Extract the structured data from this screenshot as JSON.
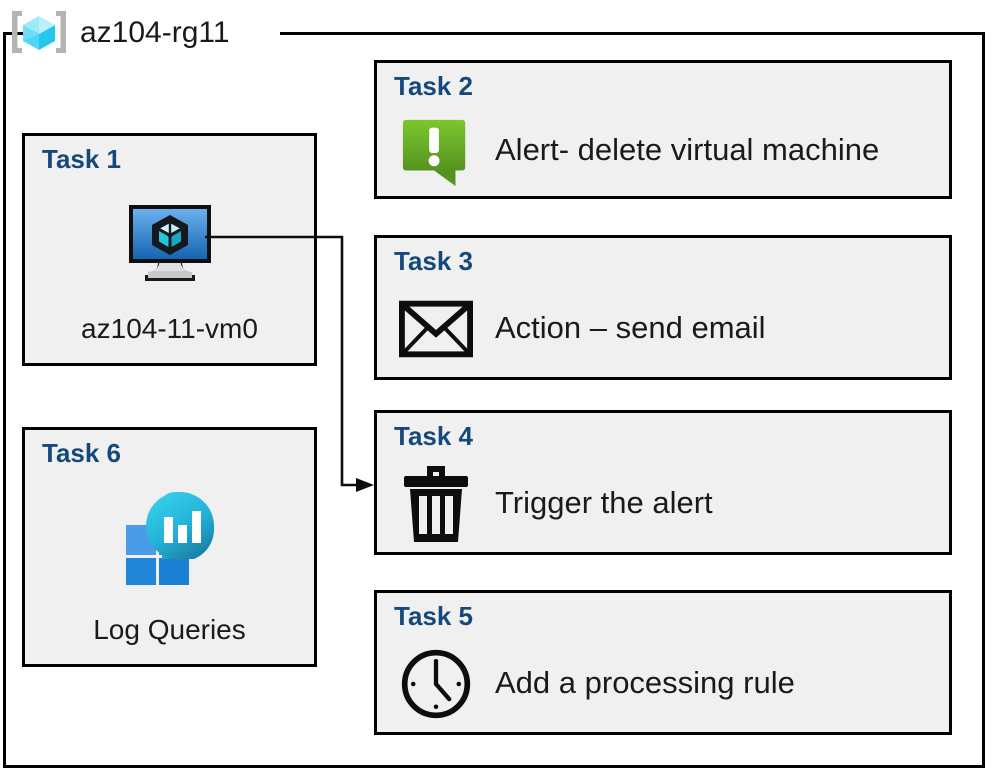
{
  "resource_group": {
    "title": "az104-rg11",
    "icon": "resource-group-cube-icon",
    "border_color": "#000000"
  },
  "theme": {
    "card_background": "#f0f0f0",
    "card_border": "#000000",
    "task_label_color": "#15497b",
    "caption_color": "#1a1a1a",
    "alert_green_light": "#76bc2d",
    "alert_green_dark": "#5b9a22",
    "vm_blue_light": "#5ba3e8",
    "vm_blue_dark": "#1664b0",
    "log_cyan": "#32c6e6",
    "log_teal": "#1b7fa8",
    "log_tile_light": "#4a9be8",
    "log_tile_dark": "#1b7fd4",
    "rg_cube_light": "#9fe8fa",
    "rg_cube_mid": "#4fd6f5",
    "rg_bracket": "#b4b4b4"
  },
  "cards": [
    {
      "id": "task1",
      "label": "Task 1",
      "caption": "az104-11-vm0",
      "icon": "virtual-machine-icon",
      "column": "left"
    },
    {
      "id": "task2",
      "label": "Task 2",
      "caption": "Alert- delete virtual machine",
      "icon": "alert-exclamation-bubble-icon",
      "column": "right"
    },
    {
      "id": "task3",
      "label": "Task 3",
      "caption": "Action – send email",
      "icon": "email-envelope-icon",
      "column": "right"
    },
    {
      "id": "task4",
      "label": "Task 4",
      "caption": "Trigger the alert",
      "icon": "trash-delete-icon",
      "column": "right"
    },
    {
      "id": "task5",
      "label": "Task 5",
      "caption": "Add a processing rule",
      "icon": "clock-icon",
      "column": "right"
    },
    {
      "id": "task6",
      "label": "Task 6",
      "caption": "Log Queries",
      "icon": "log-analytics-icon",
      "column": "left"
    }
  ],
  "connectors": [
    {
      "from": "task1-vm-icon",
      "to": "task4",
      "style": "orthogonal-arrow",
      "arrow_head": "to"
    }
  ]
}
